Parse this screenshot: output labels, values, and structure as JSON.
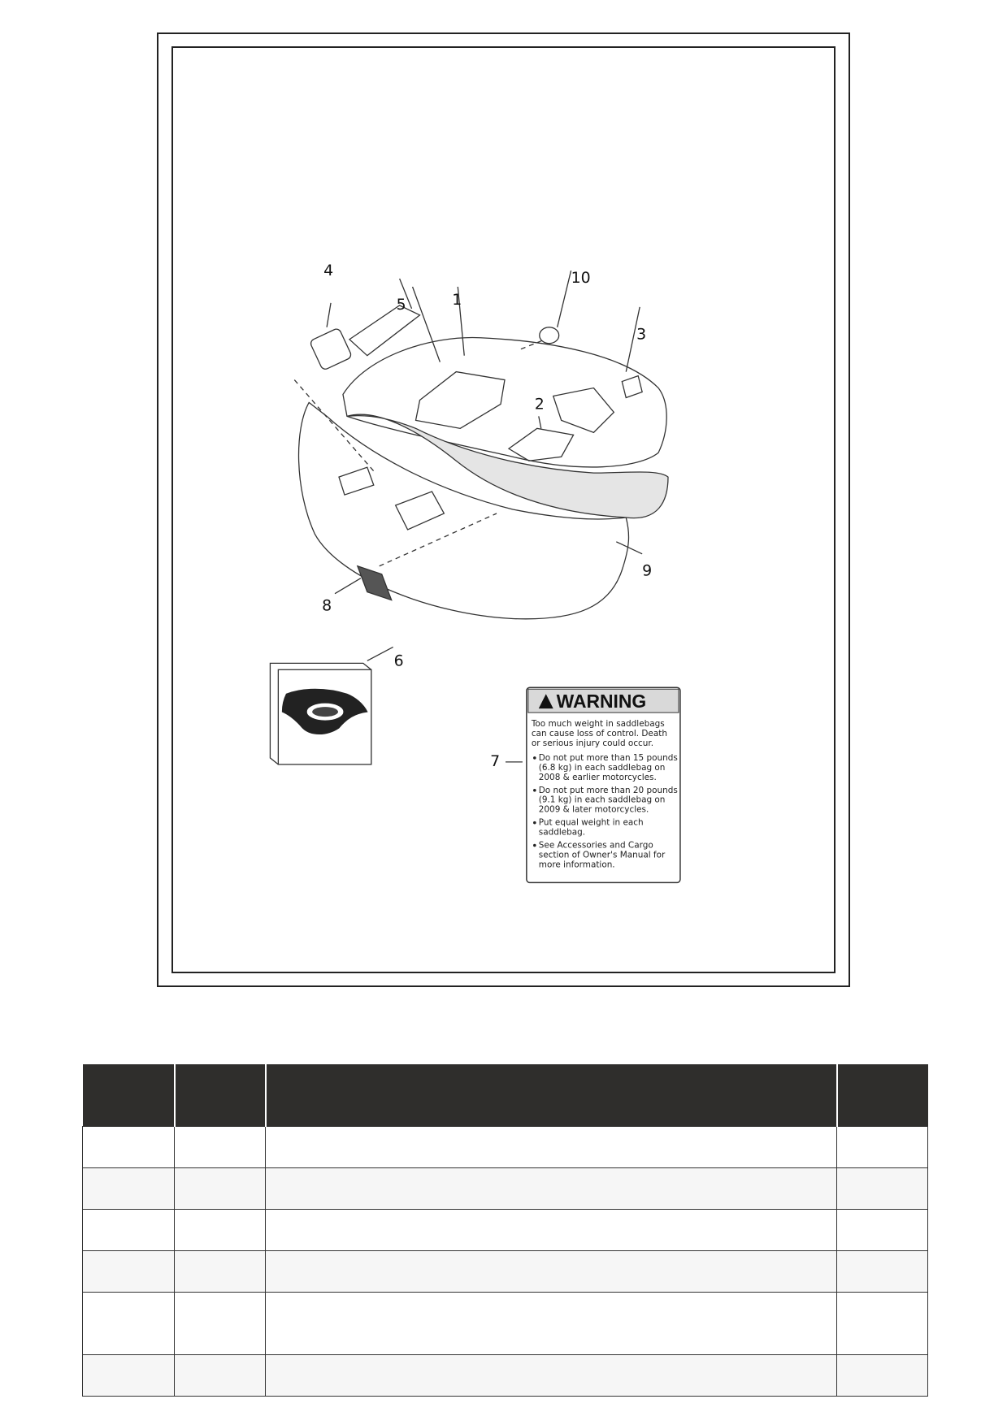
{
  "callouts": {
    "c1": "1",
    "c2": "2",
    "c3": "3",
    "c4": "4",
    "c5": "5",
    "c6": "6",
    "c7": "7",
    "c8": "8",
    "c9": "9",
    "c10": "10"
  },
  "warning_label": {
    "heading": "WARNING",
    "intro": [
      "Too much weight in saddlebags",
      "can cause loss of control. Death",
      "or serious injury could occur."
    ],
    "bullet1": [
      "Do not put more than 15 pounds",
      "(6.8 kg) in each saddlebag on",
      "2008 & earlier motorcycles."
    ],
    "bullet2": [
      "Do not put more than 20 pounds",
      "(9.1 kg) in each saddlebag on",
      "2009 & later motorcycles."
    ],
    "bullet3": [
      "Put equal weight in each",
      "saddlebag."
    ],
    "bullet4": [
      "See Accessories and Cargo",
      "section of Owner's Manual for",
      "more information."
    ]
  },
  "colors": {
    "table_header": "#2f2e2c",
    "warning_band": "#d9d9d9",
    "line": "#222222"
  },
  "parts_table": {
    "columns": 4,
    "row_count": 6
  }
}
